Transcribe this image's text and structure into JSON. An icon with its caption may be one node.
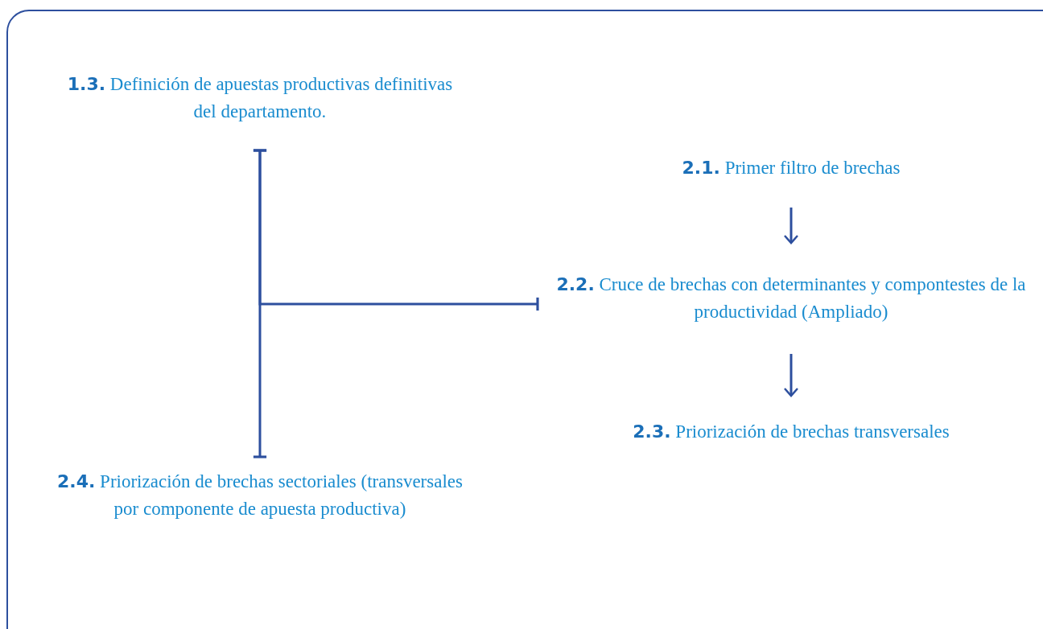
{
  "diagram": {
    "nodes": [
      {
        "text": [
          "**1.3.** Definición de apuestas productivas definitivas del departamento."
        ]
      },
      {
        "text": [
          "**2.1.** Primer filtro de brechas"
        ]
      },
      {
        "text": [
          "**2.2.** Cruce de brechas con determinantes y compontestes de la productividad (Ampliado)"
        ]
      },
      {
        "text": [
          "**2.3.** Priorización de brechas transversales"
        ]
      },
      {
        "text": [
          "**2.4.** Priorización de brechas sectoriales (transversales por componente de apuesta productiva)"
        ]
      }
    ],
    "edges": [
      {
        "from": 0,
        "to": 4,
        "arrow": "other"
      },
      {
        "from": 0,
        "to": 2,
        "arrow": "other"
      },
      {
        "from": 1,
        "to": 2,
        "arrow": "to"
      },
      {
        "from": 2,
        "to": 3,
        "arrow": "to"
      }
    ]
  }
}
